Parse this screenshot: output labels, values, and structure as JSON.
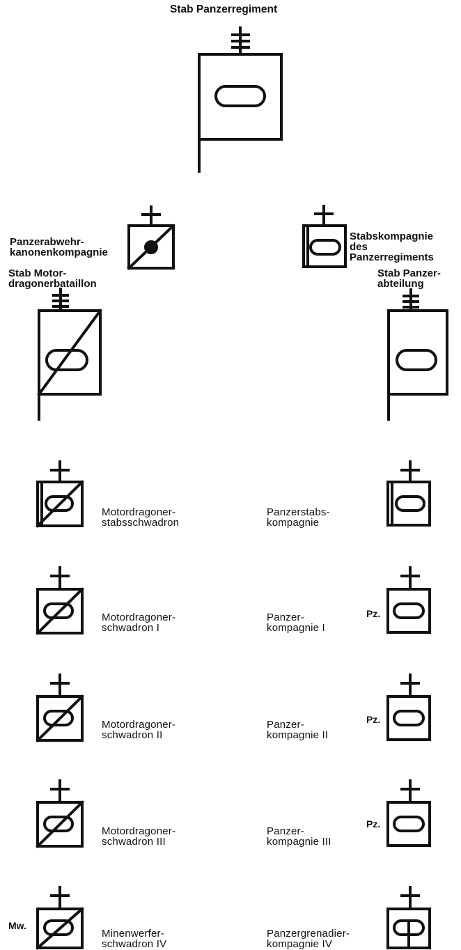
{
  "title": "Stab Panzerregiment",
  "labels": {
    "pak": [
      "Panzerabwehr-",
      "kanonenkompagnie"
    ],
    "stabskp_rgt": [
      "Stabskompagnie",
      "des",
      "Panzerregiments"
    ],
    "stab_mot": [
      "Stab Motor-",
      "dragonerbataillon"
    ],
    "stab_pz": [
      "Stab Panzer-",
      "abteilung"
    ],
    "mot_stabs": [
      "Motordragoner-",
      "stabsschwadron"
    ],
    "pz_stabs": [
      "Panzerstabs-",
      "kompagnie"
    ],
    "mot_1": [
      "Motordragoner-",
      "schwadron I"
    ],
    "pz_1": [
      "Panzer-",
      "kompagnie I"
    ],
    "mot_2": [
      "Motordragoner-",
      "schwadron II"
    ],
    "pz_2": [
      "Panzer-",
      "kompagnie II"
    ],
    "mot_3": [
      "Motordragoner-",
      "schwadron III"
    ],
    "pz_3": [
      "Panzer-",
      "kompagnie III"
    ],
    "mw_4": [
      "Minenwerfer-",
      "schwadron IV"
    ],
    "pzgren_4": [
      "Panzergrenadier-",
      "kompagnie IV"
    ]
  },
  "prefixes": {
    "pz_1": "Pz.",
    "pz_2": "Pz.",
    "pz_3": "Pz.",
    "mw_4": "Mw."
  },
  "colors": {
    "ink": "#111111",
    "paper": "#ffffff"
  }
}
